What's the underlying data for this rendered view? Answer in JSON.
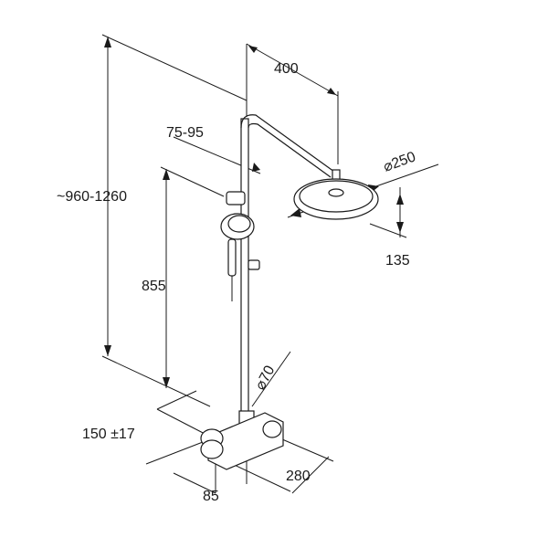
{
  "dimensions": {
    "height_total": "~960-1260",
    "arm_length": "400",
    "holder_range": "75-95",
    "head_diameter": "⌀250",
    "head_drop": "135",
    "hand_height": "855",
    "pipe_diameter": "⌀70",
    "inlet_spacing": "150 ±17",
    "depth": "85",
    "mixer_width": "280"
  }
}
